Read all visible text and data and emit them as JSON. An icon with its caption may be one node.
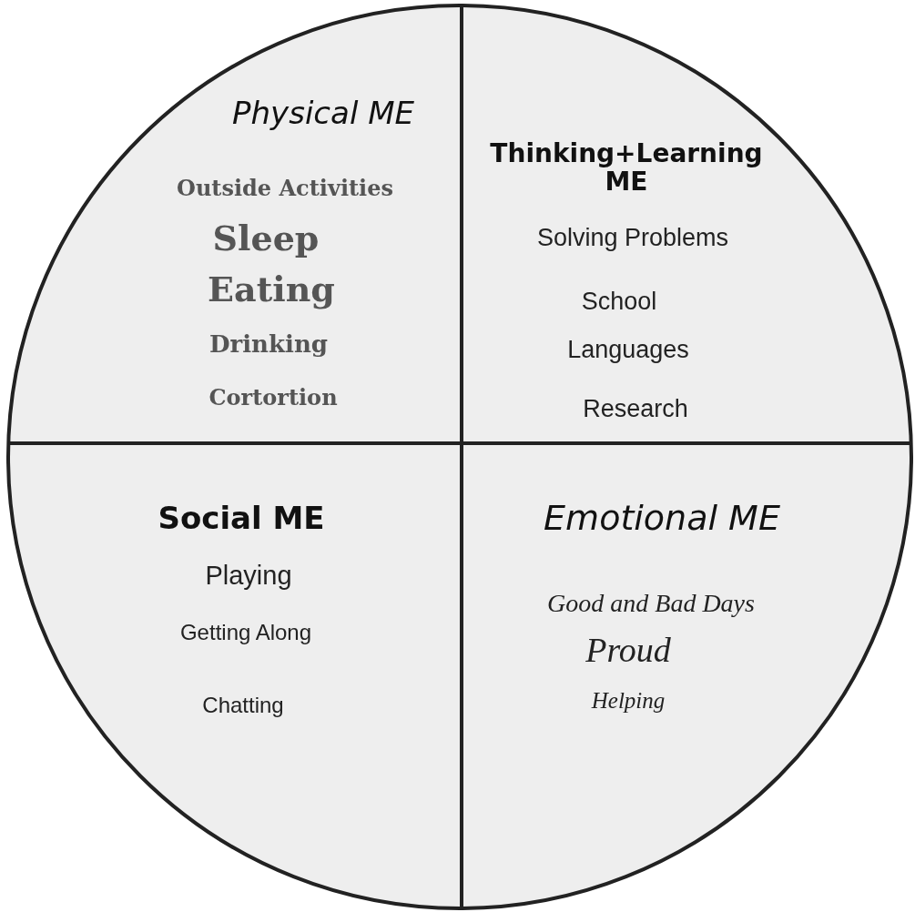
{
  "diagram": {
    "nodes": [
      {
        "text": [
          "Physical ME",
          "Outside Activities",
          "Sleep",
          "Eating",
          "Drinking",
          "Cortortion"
        ]
      },
      {
        "text": [
          "Thinking+Learning ME",
          "Solving Problems",
          "School",
          "Languages",
          "Research"
        ]
      },
      {
        "text": [
          "Social ME",
          "Playing",
          "Getting Along",
          "Chatting"
        ]
      },
      {
        "text": [
          "Emotional ME",
          "Good and Bad Days",
          "Proud",
          "Helping"
        ]
      }
    ],
    "edges": []
  }
}
